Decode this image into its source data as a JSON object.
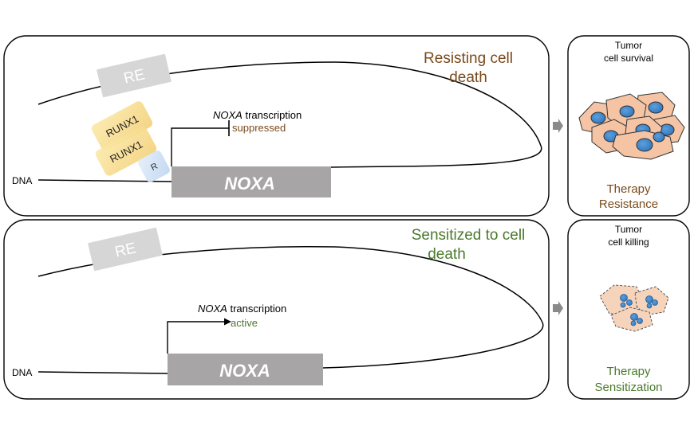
{
  "colors": {
    "resist": "#7a4a1c",
    "sensitize": "#4a7a2c",
    "gene_box": "#a7a5a6",
    "re_box": "#d6d6d6",
    "runx1": "#f6dd8c",
    "r_box": "#cfe0f4",
    "cell_fill": "#f4c4a4",
    "nucleus": "#3d86cc",
    "arrow_gray": "#8a8a8a"
  },
  "top_panel": {
    "title_line1": "Resisting cell",
    "title_line2": "death",
    "re_label": "RE",
    "runx1_label_1": "RUNX1",
    "runx1_label_2": "RUNX1",
    "r_label": "R",
    "dna_label": "DNA",
    "gene_label": "NOXA",
    "transcription_gene": "NOXA",
    "transcription_word": " transcription",
    "transcription_state": "suppressed"
  },
  "bottom_panel": {
    "title_line1": "Sensitized to cell",
    "title_line2": "death",
    "re_label": "RE",
    "dna_label": "DNA",
    "gene_label": "NOXA",
    "transcription_gene": "NOXA",
    "transcription_word": " transcription",
    "transcription_state": "active"
  },
  "top_outcome": {
    "head_line1": "Tumor",
    "head_line2": "cell survival",
    "foot_line1": "Therapy",
    "foot_line2": "Resistance",
    "icon": "tumor-cell-cluster-icon"
  },
  "bottom_outcome": {
    "head_line1": "Tumor",
    "head_line2": "cell killing",
    "foot_line1": "Therapy",
    "foot_line2": "Sensitization",
    "icon": "dying-cell-icon"
  }
}
